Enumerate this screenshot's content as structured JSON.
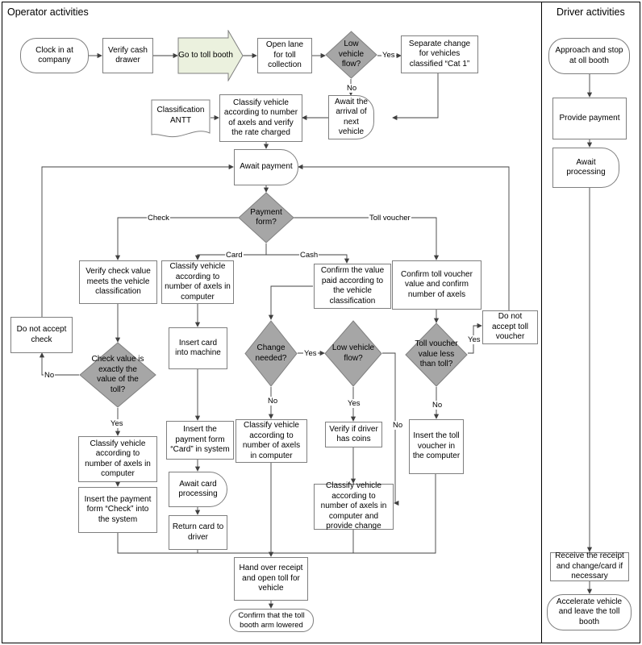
{
  "lanes": {
    "operator": "Operator activities",
    "driver": "Driver activities"
  },
  "nodes": {
    "clock_in": "Clock in at company",
    "verify_cash": "Verify cash drawer",
    "go_toll": "Go to toll booth",
    "open_lane": "Open lane for toll collection",
    "low_flow_1": "Low vehicle flow?",
    "separate_change": "Separate change for vehicles classified “Cat 1”",
    "classification_antt": "Classification ANTT",
    "classify_verify": "Classify vehicle according to number of axels and verify the rate charged",
    "await_arrival": "Await the arrival of next vehicle",
    "await_payment": "Await payment",
    "payment_form": "Payment form?",
    "verify_check": "Verify check value meets the vehicle classification",
    "classify_card": "Classify vehicle according to number of axels in computer",
    "confirm_cash": "Confirm the value paid according to the vehicle classification",
    "confirm_voucher": "Confirm toll voucher value and confirm number of axels",
    "no_accept_check": "Do not accept check",
    "check_exact": "Check value is exactly the value of the toll?",
    "insert_card": "Insert card into machine",
    "change_needed": "Change needed?",
    "low_flow_2": "Low vehicle flow?",
    "voucher_less": "Toll voucher value less than toll?",
    "no_accept_voucher": "Do not accept toll voucher",
    "classify_check_yes": "Classify vehicle according to number of axels in computer",
    "insert_payment_card": "Insert the payment form “Card” in system",
    "classify_no_change": "Classify vehicle according to number of axels in computer",
    "verify_coins": "Verify if driver has coins",
    "insert_voucher": "Insert the toll voucher in the computer",
    "await_card": "Await card processing",
    "insert_check_form": "Insert the payment form “Check” into the system",
    "classify_change": "Classify vehicle according to number of axels in computer and provide change",
    "return_card": "Return card to driver",
    "hand_over": "Hand over receipt and open toll for vehicle",
    "confirm_arm": "Confirm that the toll booth arm lowered",
    "approach": "Approach and stop at oll booth",
    "provide_payment": "Provide payment",
    "await_processing": "Await processing",
    "receive_receipt": "Receive the receipt and change/card if necessary",
    "accelerate": "Accelerate vehicle and leave the toll booth"
  },
  "labels": {
    "yes_low_flow": "Yes",
    "no_low_flow": "No",
    "check": "Check",
    "card": "Card",
    "cash": "Cash",
    "toll_voucher": "Toll voucher",
    "no_check": "No",
    "yes_check": "Yes",
    "yes_change": "Yes",
    "no_change": "No",
    "yes_coins": "Yes",
    "no_coins": "No",
    "yes_voucher": "Yes",
    "no_voucher": "No"
  },
  "colors": {
    "diamond_fill": "#a6a6a6",
    "highlight_fill": "#ebf1de",
    "border": "#7f7f7f"
  }
}
